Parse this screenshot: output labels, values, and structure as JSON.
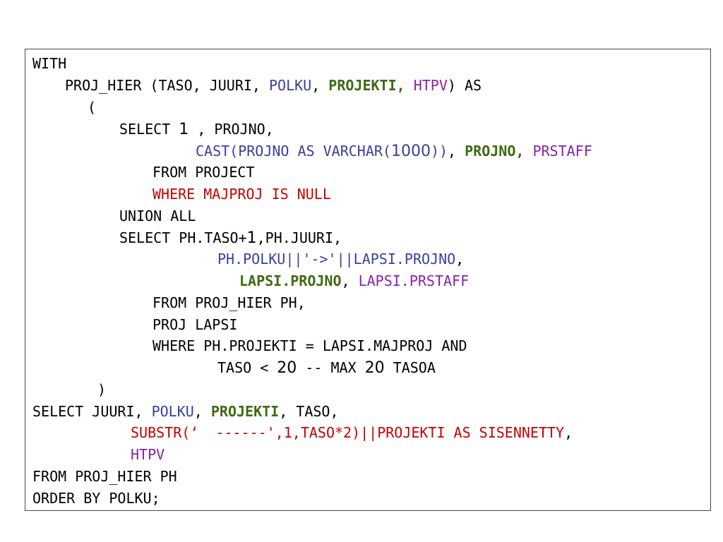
{
  "document": {
    "lines": [
      [
        {
          "t": "WITH",
          "c": "black"
        }
      ],
      [
        {
          "t": "PROJ_HIER (TASO, JUURI, ",
          "c": "black"
        },
        {
          "t": "POLKU",
          "c": "blue"
        },
        {
          "t": ", ",
          "c": "black"
        },
        {
          "t": "PROJEKTI, ",
          "c": "green"
        },
        {
          "t": "HTPV",
          "c": "purple"
        },
        {
          "t": ") AS",
          "c": "black"
        }
      ],
      [
        {
          "t": "(",
          "c": "black"
        }
      ],
      [
        {
          "t": "SELECT ",
          "c": "black"
        },
        {
          "t": "1",
          "c": "black",
          "n": true
        },
        {
          "t": " , PROJNO,",
          "c": "black"
        }
      ],
      [
        {
          "t": "CAST(PROJNO AS VARCHAR(",
          "c": "blue"
        },
        {
          "t": "1000",
          "c": "blue",
          "n": true
        },
        {
          "t": "))",
          "c": "blue"
        },
        {
          "t": ", ",
          "c": "black"
        },
        {
          "t": "PROJNO, ",
          "c": "green"
        },
        {
          "t": "PRSTAFF",
          "c": "purple"
        }
      ],
      [
        {
          "t": "FROM PROJECT",
          "c": "black"
        }
      ],
      [
        {
          "t": "WHERE MAJPROJ IS NULL",
          "c": "red"
        }
      ],
      [
        {
          "t": "UNION ALL",
          "c": "black"
        }
      ],
      [
        {
          "t": "SELECT PH.TASO+",
          "c": "black"
        },
        {
          "t": "1",
          "c": "black",
          "n": true
        },
        {
          "t": ",PH.JUURI,",
          "c": "black"
        }
      ],
      [
        {
          "t": "PH.POLKU||'->'||LAPSI.PROJNO",
          "c": "blue"
        },
        {
          "t": ",",
          "c": "black"
        }
      ],
      [
        {
          "t": "LAPSI.PROJNO",
          "c": "green"
        },
        {
          "t": ", ",
          "c": "black"
        },
        {
          "t": "LAPSI.PRSTAFF",
          "c": "purple"
        }
      ],
      [
        {
          "t": "FROM PROJ_HIER PH,",
          "c": "black"
        }
      ],
      [
        {
          "t": "PROJ LAPSI",
          "c": "black"
        }
      ],
      [
        {
          "t": "WHERE PH.PROJEKTI = LAPSI.MAJPROJ AND",
          "c": "black"
        }
      ],
      [
        {
          "t": "TASO < ",
          "c": "black"
        },
        {
          "t": "20",
          "c": "black",
          "n": true
        },
        {
          "t": " -- MAX ",
          "c": "black"
        },
        {
          "t": "20",
          "c": "black",
          "n": true
        },
        {
          "t": " TASOA",
          "c": "black"
        }
      ],
      [
        {
          "t": ")",
          "c": "black"
        }
      ],
      [
        {
          "t": "SELECT JUURI, ",
          "c": "black"
        },
        {
          "t": "POLKU",
          "c": "blue"
        },
        {
          "t": ", ",
          "c": "black"
        },
        {
          "t": "PROJEKTI",
          "c": "green"
        },
        {
          "t": ", TASO,",
          "c": "black"
        }
      ],
      [
        {
          "t": "SUBSTR(‘  ------',1,TASO*2)||PROJEKTI AS SISENNETTY",
          "c": "red"
        },
        {
          "t": ",",
          "c": "black"
        }
      ],
      [
        {
          "t": "HTPV",
          "c": "purple"
        }
      ],
      [
        {
          "t": "FROM PROJ_HIER PH",
          "c": "black"
        }
      ],
      [
        {
          "t": "ORDER BY POLKU;",
          "c": "black"
        }
      ]
    ]
  },
  "colors": {
    "blue": "#3b3ea0",
    "green": "#3f6a12",
    "purple": "#8b21a8",
    "red": "#c80000",
    "black": "#000000",
    "border": "#4a4a4a"
  }
}
